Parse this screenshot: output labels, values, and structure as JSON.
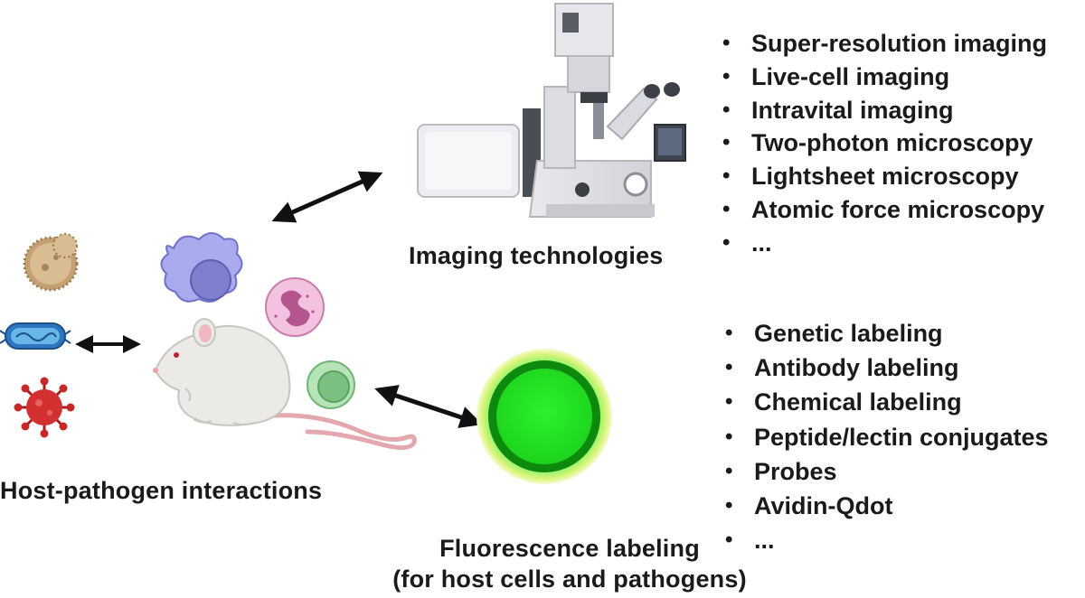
{
  "labels": {
    "host_pathogen": "Host-pathogen interactions",
    "imaging": "Imaging technologies",
    "fluorescence_line1": "Fluorescence labeling",
    "fluorescence_line2": "(for host cells and pathogens)"
  },
  "imaging_list": [
    "Super-resolution imaging",
    "Live-cell imaging",
    "Intravital imaging",
    "Two-photon microscopy",
    "Lightsheet microscopy",
    "Atomic force microscopy",
    "..."
  ],
  "fluorescence_list": [
    "Genetic labeling",
    "Antibody labeling",
    "Chemical labeling",
    "Peptide/lectin conjugates",
    "Probes",
    "Avidin-Qdot",
    "..."
  ],
  "colors": {
    "fluor_green": "#22e022",
    "fluor_dark_ring": "#0e8a0e",
    "macrophage": "#9b9ee6",
    "neutrophil": "#e7a9cf",
    "lymphocyte": "#9fd3a3",
    "virus": "#c62828",
    "bacterium": "#2f76c0",
    "fungus": "#c9a77a"
  }
}
